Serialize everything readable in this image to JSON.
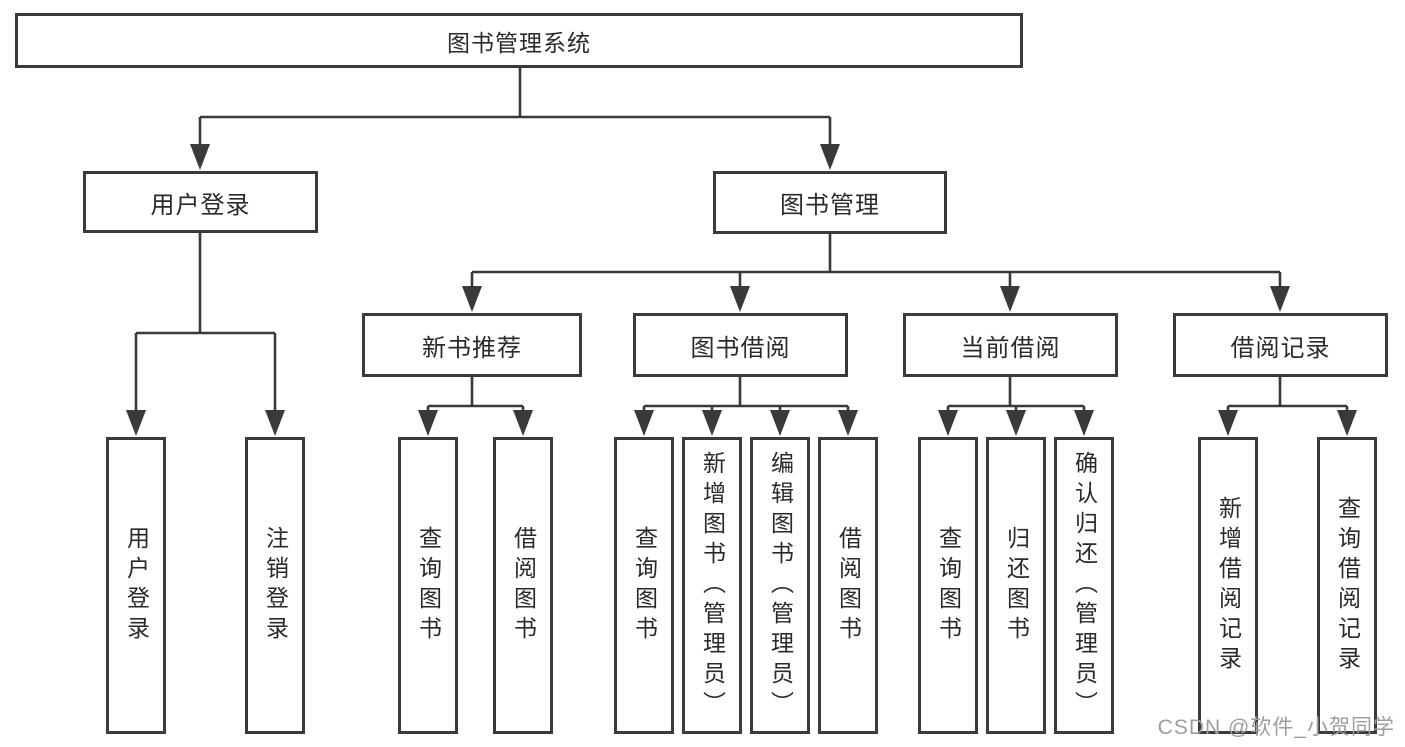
{
  "diagram_title": "图书管理系统",
  "tree": {
    "label": "图书管理系统",
    "children": [
      {
        "label": "用户登录",
        "children": [
          {
            "label": "用户登录"
          },
          {
            "label": "注销登录"
          }
        ]
      },
      {
        "label": "图书管理",
        "children": [
          {
            "label": "新书推荐",
            "children": [
              {
                "label": "查询图书"
              },
              {
                "label": "借阅图书"
              }
            ]
          },
          {
            "label": "图书借阅",
            "children": [
              {
                "label": "查询图书"
              },
              {
                "label": "新增图书（管理员）"
              },
              {
                "label": "编辑图书（管理员）"
              },
              {
                "label": "借阅图书"
              }
            ]
          },
          {
            "label": "当前借阅",
            "children": [
              {
                "label": "查询图书"
              },
              {
                "label": "归还图书"
              },
              {
                "label": "确认归还（管理员）"
              }
            ]
          },
          {
            "label": "借阅记录",
            "children": [
              {
                "label": "新增借阅记录"
              },
              {
                "label": "查询借阅记录"
              }
            ]
          }
        ]
      }
    ]
  },
  "watermark": {
    "text": "CSDN @软件_小贺同学"
  },
  "colors": {
    "line": "#3a3a3a",
    "text": "#2a2a2a",
    "watermark": "#9a9ea5",
    "background": "#ffffff"
  }
}
